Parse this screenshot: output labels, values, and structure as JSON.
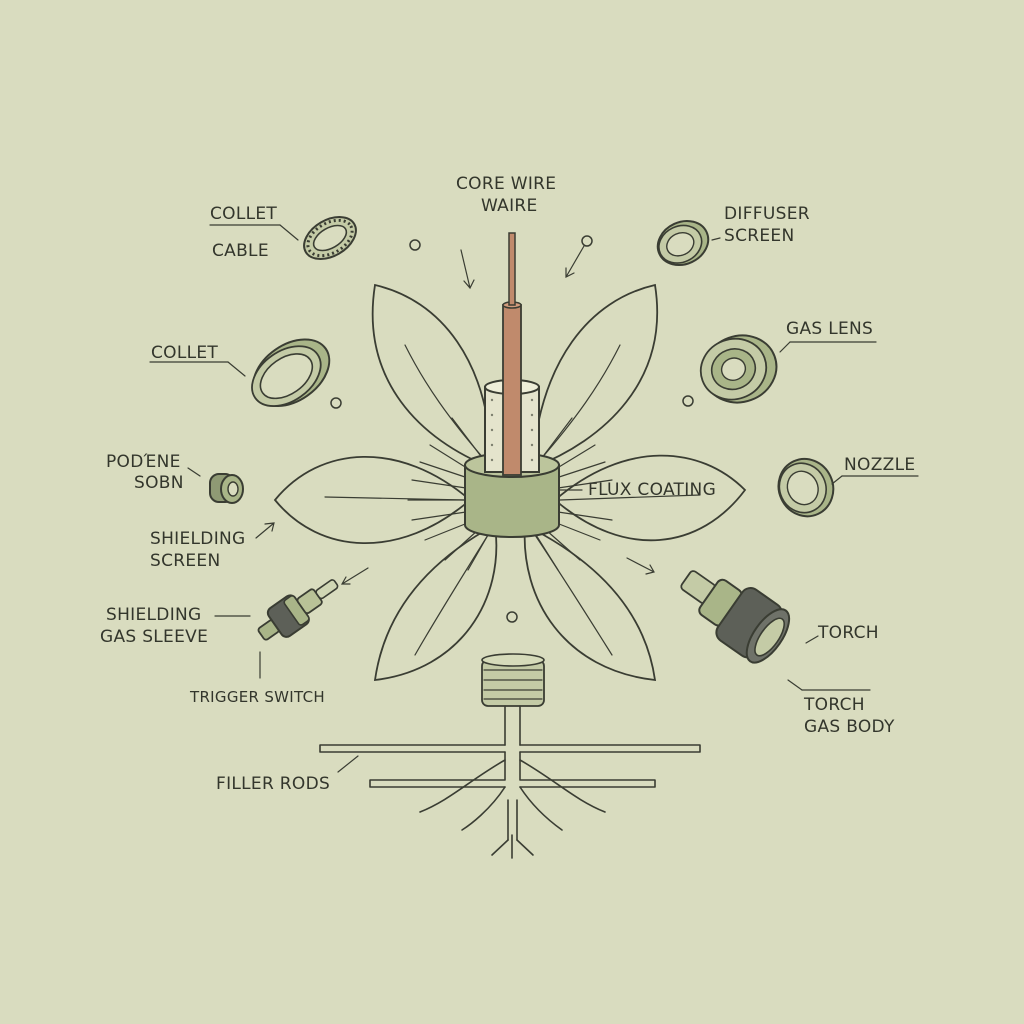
{
  "labels": {
    "core_wire_1": "CORE WIRE",
    "core_wire_2": "WAIRE",
    "collet_top": "COLLET",
    "cable": "CABLE",
    "diffuser_1": "DIFFUSER",
    "diffuser_2": "SCREEN",
    "collet_left": "COLLET",
    "gas_lens": "GAS LENS",
    "podene_1": "PODΈNE",
    "podene_2": "SOBN",
    "nozzle": "NOZZLE",
    "flux_coating": "FLUX COATING",
    "shielding_screen_1": "SHIELDING",
    "shielding_screen_2": "SCREEN",
    "shielding_sleeve_1": "SHIELDING",
    "shielding_sleeve_2": "GAS SLEEVE",
    "trigger_switch": "TRIGGER SWITCH",
    "torch": "TORCH",
    "torch_body_1": "TORCH",
    "torch_body_2": "GAS BODY",
    "filler_rods": "FILLER RODS"
  },
  "colors": {
    "background": "#d9dcbf",
    "line": "#3a3d33",
    "part_green": "#a9b588",
    "part_green_light": "#c4cba6",
    "copper": "#c08a6c",
    "dark_gray": "#5d6058"
  }
}
